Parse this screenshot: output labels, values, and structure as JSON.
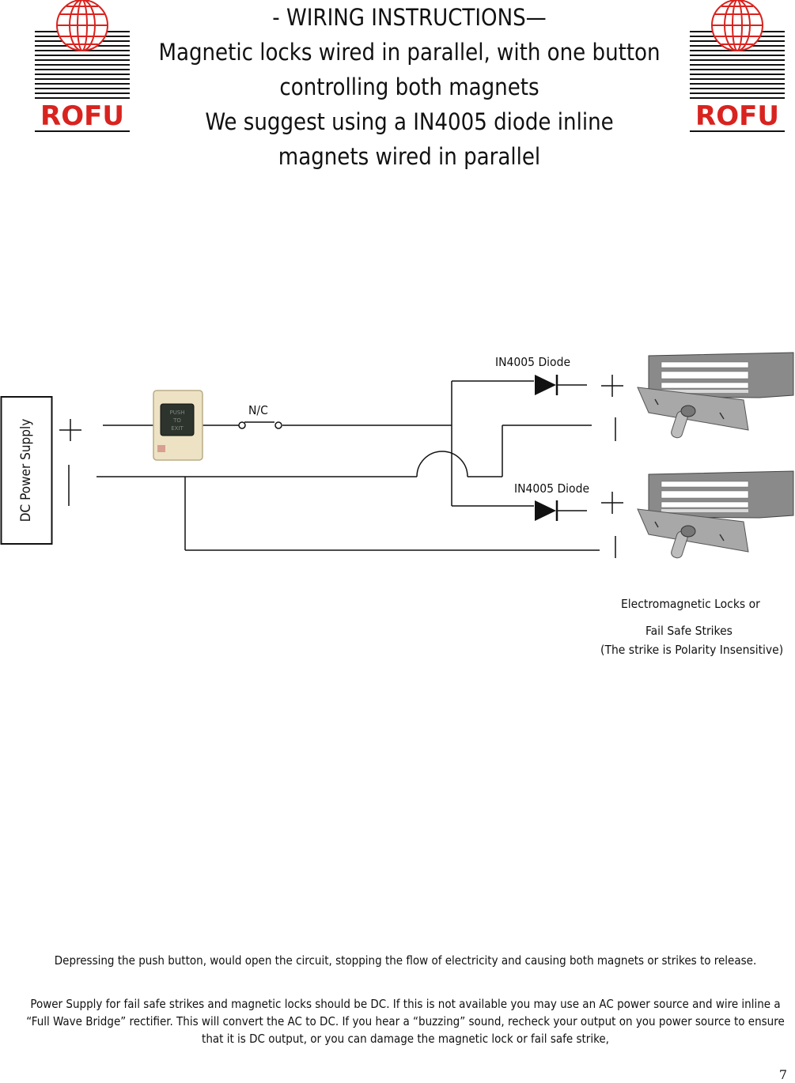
{
  "header": {
    "title_lines": [
      "- WIRING INSTRUCTIONS—",
      "Magnetic locks wired in parallel, with one button",
      "controlling both magnets",
      "We suggest using a IN4005 diode inline",
      "magnets wired in parallel"
    ],
    "logo_text": "ROFU"
  },
  "diagram": {
    "power_supply_label": "DC Power Supply",
    "switch_label": "N/C",
    "diode1_label": "IN4005 Diode",
    "diode2_label": "IN4005 Diode",
    "button_text": [
      "PUSH",
      "TO",
      "EXIT"
    ],
    "locks_caption_line1": "Electromagnetic Locks or",
    "locks_caption_line2": "Fail Safe Strikes",
    "locks_caption_line3": "(The strike is Polarity Insensitive)"
  },
  "footer": {
    "paragraph1": "Depressing the push button, would open the circuit, stopping the flow of electricity and causing both magnets or strikes to release.",
    "paragraph2": "Power Supply for fail safe strikes and magnetic locks should be DC.  If this is not available you may use an AC power source and wire inline a “Full Wave Bridge” rectifier.  This will convert the AC to DC.  If you hear a “buzzing” sound, recheck your output on you power source to ensure that it is DC output, or you can damage the magnetic lock or fail safe strike,",
    "page_number": "7"
  },
  "colors": {
    "logo_red": "#d8231f",
    "wire": "#111111",
    "lock_metal": "#8a8a8a"
  }
}
